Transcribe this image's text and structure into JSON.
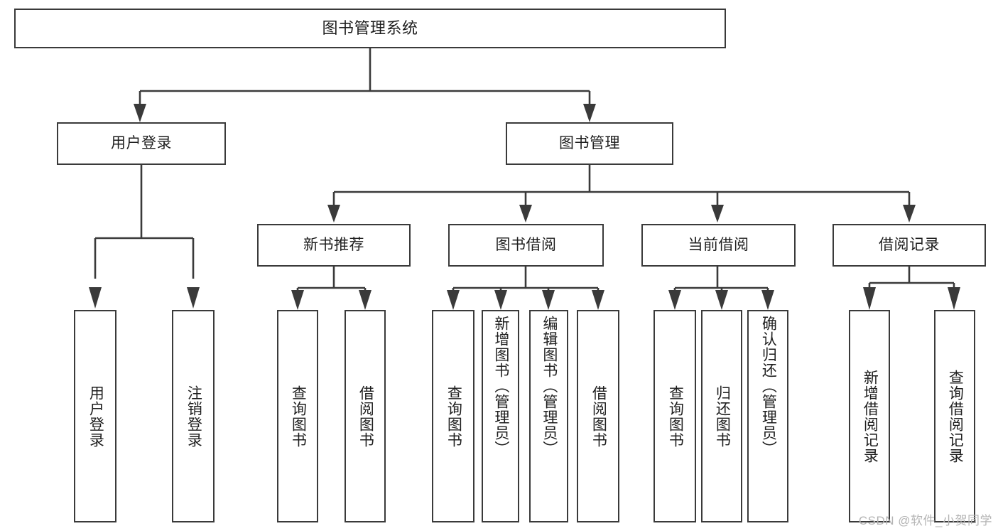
{
  "diagram": {
    "title": "图书管理系统",
    "watermark": "CSDN @软件_小贺同学",
    "accent_color": "#3a3a3a",
    "text_color": "#1e1e1e",
    "background": "#ffffff",
    "levels": {
      "root": {
        "label": "图书管理系统"
      },
      "level2": [
        {
          "label": "用户登录"
        },
        {
          "label": "图书管理"
        }
      ],
      "level3": [
        {
          "label": "新书推荐"
        },
        {
          "label": "图书借阅"
        },
        {
          "label": "当前借阅"
        },
        {
          "label": "借阅记录"
        }
      ],
      "leaves": {
        "user_login": [
          {
            "label": "用户登录"
          },
          {
            "label": "注销登录"
          }
        ],
        "new_book_recommend": [
          {
            "label": "查询图书"
          },
          {
            "label": "借阅图书"
          }
        ],
        "book_borrow": [
          {
            "label": "查询图书"
          },
          {
            "label": "新增图书（管理员）"
          },
          {
            "label": "编辑图书（管理员）"
          },
          {
            "label": "借阅图书"
          }
        ],
        "current_borrow": [
          {
            "label": "查询图书"
          },
          {
            "label": "归还图书"
          },
          {
            "label": "确认归还（管理员）"
          }
        ],
        "borrow_record": [
          {
            "label": "新增借阅记录"
          },
          {
            "label": "查询借阅记录"
          }
        ]
      }
    }
  }
}
